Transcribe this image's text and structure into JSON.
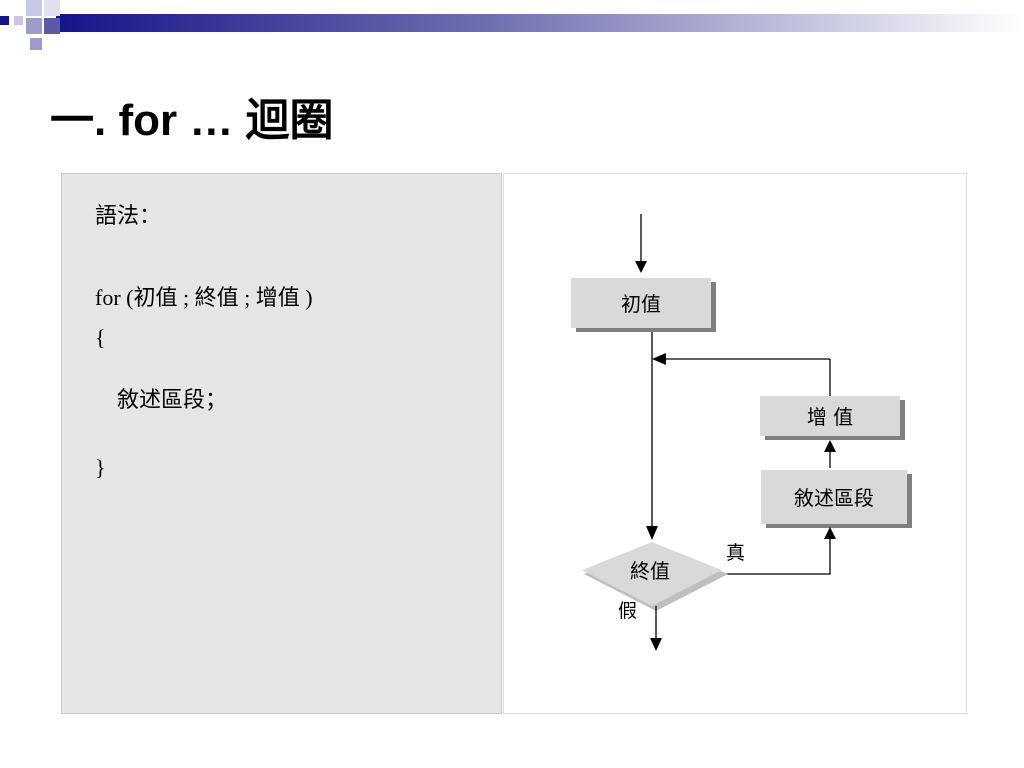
{
  "slide": {
    "title": "一. for … 迴圈"
  },
  "code": {
    "lines": [
      "語法：",
      "for (初值 ; 終值 ; 增值 )",
      "{",
      "    敘述區段；",
      "}"
    ]
  },
  "flowchart": {
    "nodes": {
      "init": "初值",
      "increment": "增 值",
      "body": "敘述區段",
      "condition": "終值"
    },
    "edge_labels": {
      "true": "真",
      "false": "假"
    }
  }
}
